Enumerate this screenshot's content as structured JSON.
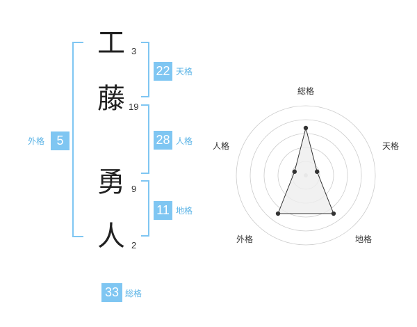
{
  "name": {
    "chars": [
      {
        "char": "工",
        "strokes": "3"
      },
      {
        "char": "藤",
        "strokes": "19"
      },
      {
        "char": "勇",
        "strokes": "9"
      },
      {
        "char": "人",
        "strokes": "2"
      }
    ]
  },
  "kakusu": {
    "tenkaku": {
      "value": "22",
      "label": "天格"
    },
    "jinkaku": {
      "value": "28",
      "label": "人格"
    },
    "chikaku": {
      "value": "11",
      "label": "地格"
    },
    "gaikaku": {
      "value": "5",
      "label": "外格"
    },
    "soukaku": {
      "value": "33",
      "label": "総格"
    }
  },
  "colors": {
    "accent": "#7fc6f2",
    "accent_text": "#5ab3e6",
    "radar_fill": "#eeeeee",
    "radar_stroke": "#333333",
    "ring": "#cccccc"
  },
  "chart_data": {
    "type": "radar",
    "axes": [
      "総格",
      "天格",
      "地格",
      "外格",
      "人格"
    ],
    "values": [
      0.68,
      0.17,
      0.68,
      0.68,
      0.17
    ],
    "rings": 5,
    "grid": true
  }
}
